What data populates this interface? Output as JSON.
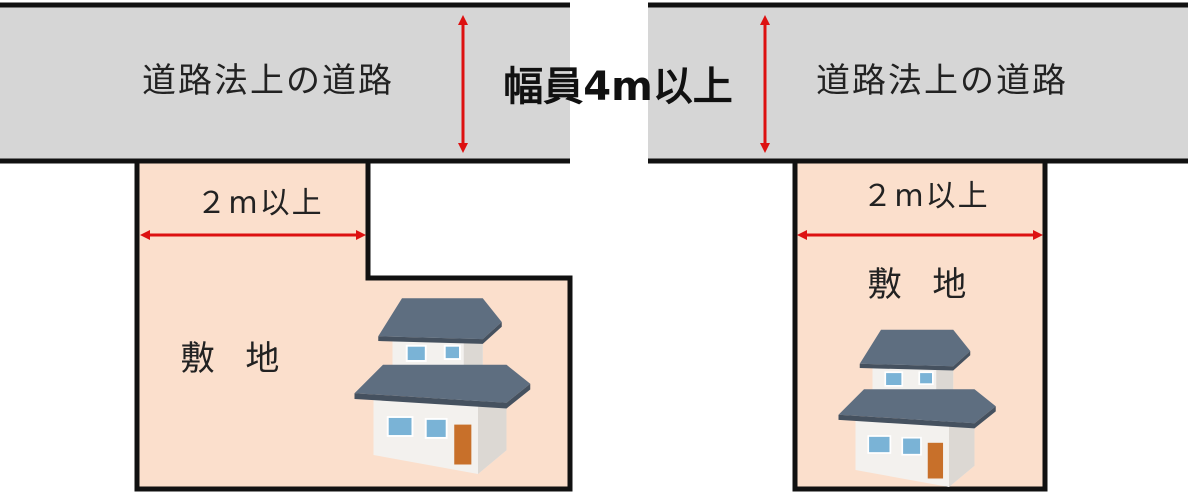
{
  "road_label_left": "道路法上の道路",
  "road_label_right": "道路法上の道路",
  "road_width_label": "幅員4m以上",
  "frontage_label_left": "２m以上",
  "frontage_label_right": "２m以上",
  "site_label_left": "敷 地",
  "site_label_right": "敷 地",
  "colors": {
    "road": "#d6d6d6",
    "site": "#fbdfcc",
    "arrow": "#dd1111",
    "outline": "#111111",
    "roof": "#5e6e80",
    "wall": "#f3f1ee",
    "door": "#c8702a",
    "window": "#7ab3d6"
  }
}
